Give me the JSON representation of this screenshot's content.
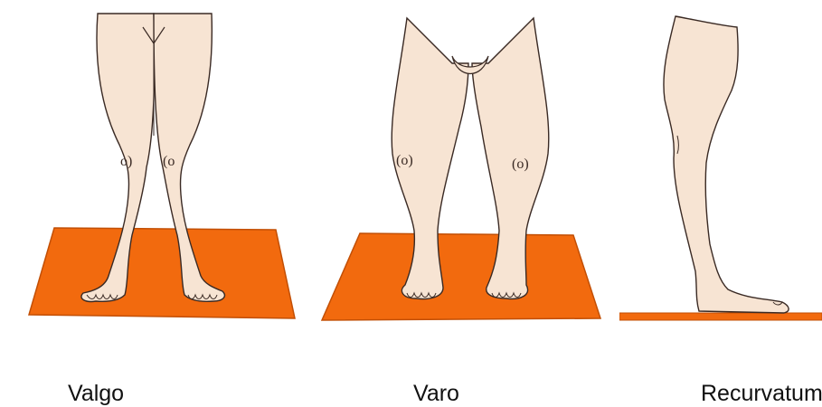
{
  "colors": {
    "skin": "#f7e4d3",
    "skin_shadow": "#e8cbb3",
    "outline": "#3a2a24",
    "mat": "#f26a0e",
    "mat_edge": "#c24f05",
    "text": "#111111"
  },
  "figures": [
    {
      "id": "valgo",
      "label": "Valgo",
      "knee_marks": [
        "o)",
        "(o"
      ]
    },
    {
      "id": "varo",
      "label": "Varo",
      "knee_marks": [
        "(o)",
        "(o)"
      ]
    },
    {
      "id": "recurvatum",
      "label": "Recurvatum"
    }
  ]
}
